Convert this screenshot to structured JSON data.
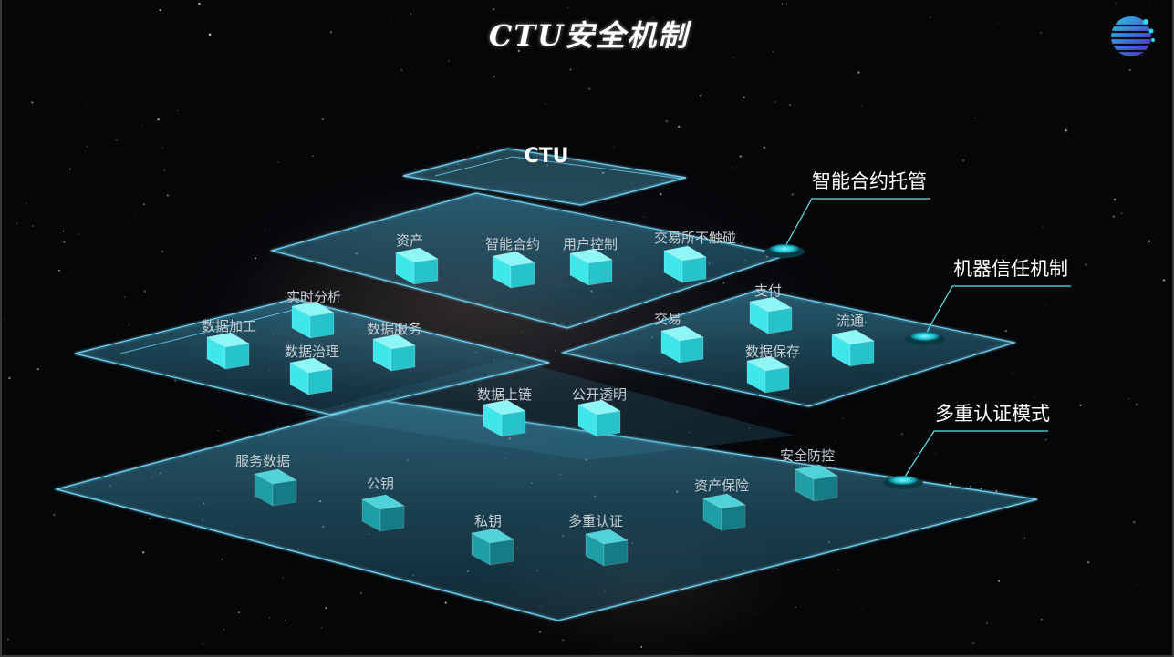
{
  "title": "CTU安全机制",
  "logo_icon": "circular-globe-logo",
  "colors": {
    "cube_bright": "#3fe6ea",
    "cube_dark": "#1f9ea6",
    "plate_edge": "#6fd0f0",
    "plate_fill": "#2a6f8c"
  },
  "top_label": "CTU",
  "top_layer": [
    "资产",
    "智能合约",
    "用户控制",
    "交易所不触碰"
  ],
  "middle_left": [
    "实时分析",
    "数据加工",
    "数据服务",
    "数据治理"
  ],
  "middle_right": [
    "支付",
    "交易",
    "流通",
    "数据保存"
  ],
  "middle_center": [
    "数据上链",
    "公开透明"
  ],
  "bottom_layer": [
    "服务数据",
    "公钥",
    "私钥",
    "多重认证",
    "资产保险",
    "安全防控"
  ],
  "callouts": [
    "智能合约托管",
    "机器信任机制",
    "多重认证模式"
  ]
}
